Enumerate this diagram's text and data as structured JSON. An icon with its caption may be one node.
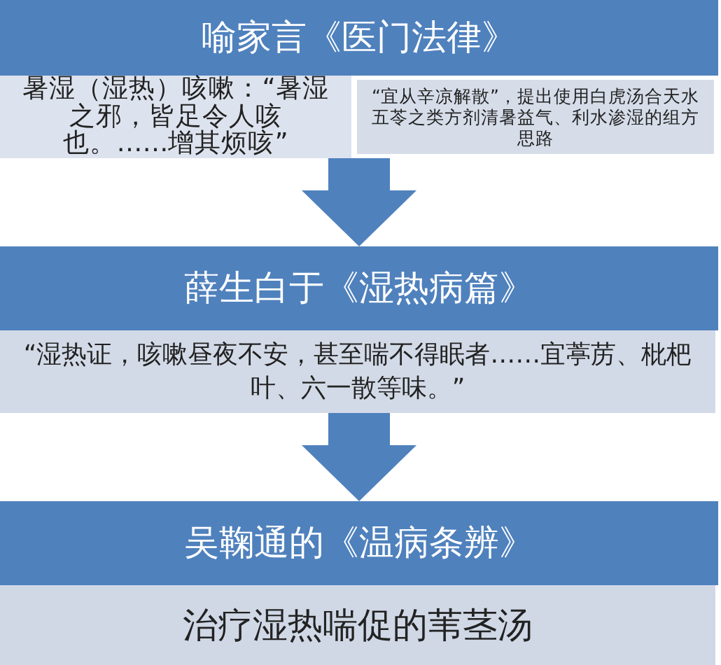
{
  "diagram": {
    "nodes": [
      {
        "text": [
          "喻家言《医门法律》"
        ]
      },
      {
        "text": [
          "暑湿（湿热）咳嗽：“暑湿之邪，皆足令人咳也。……增其烦咳”"
        ]
      },
      {
        "text": [
          "“宜从辛凉解散”，提出使用白虎汤合天水五苓之类方剂清暑益气、利水渗湿的组方思路"
        ]
      },
      {
        "text": [
          "薛生白于《湿热病篇》"
        ]
      },
      {
        "text": [
          "“湿热证，咳嗽昼夜不安，甚至喘不得眠者……宜葶苈、枇杷叶、六一散等味。”"
        ]
      },
      {
        "text": [
          "吴鞠通的《温病条辨》"
        ]
      },
      {
        "text": [
          "治疗湿热喘促的苇茎汤"
        ]
      }
    ],
    "edges": [
      {
        "from": 1,
        "to": 3,
        "arrow": "to"
      },
      {
        "from": 2,
        "to": 3,
        "arrow": "to"
      },
      {
        "from": 4,
        "to": 5,
        "arrow": "to"
      }
    ]
  }
}
